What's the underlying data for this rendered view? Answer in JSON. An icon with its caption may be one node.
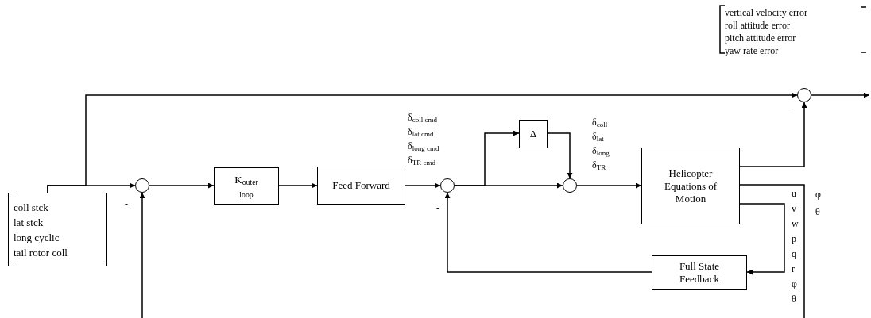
{
  "diagram": {
    "nodes": [
      {
        "text": [
          "coll stck",
          "lat stck",
          "long cyclic",
          "tail rotor coll"
        ]
      },
      {
        "text": [],
        "shape": "circle"
      },
      {
        "text": [
          "K$_{outer loop}$"
        ]
      },
      {
        "text": [
          "Feed Forward"
        ]
      },
      {
        "text": [],
        "shape": "circle"
      },
      {
        "text": [
          "Δ"
        ]
      },
      {
        "text": [],
        "shape": "circle"
      },
      {
        "text": [
          "Helicopter Equations of Motion"
        ]
      },
      {
        "text": [
          "Full State Feedback"
        ]
      },
      {
        "text": [],
        "shape": "circle"
      }
    ],
    "edges": [
      {
        "from": 0,
        "to": 1,
        "arrow": "to"
      },
      {
        "from": 0,
        "to": 9,
        "arrow": "to"
      },
      {
        "from": 1,
        "to": 2,
        "arrow": "to"
      },
      {
        "from": 2,
        "to": 3,
        "arrow": "to"
      },
      {
        "from": 3,
        "to": 4,
        "arrow": "to"
      },
      {
        "from": 4,
        "to": 5,
        "arrow": "to"
      },
      {
        "from": 4,
        "to": 6,
        "arrow": "to"
      },
      {
        "from": 5,
        "to": 6,
        "arrow": "to"
      },
      {
        "from": 6,
        "to": 7,
        "arrow": "to"
      },
      {
        "from": 7,
        "to": 9,
        "arrow": "to"
      },
      {
        "from": 7,
        "to": 8,
        "arrow": "to"
      },
      {
        "from": 8,
        "to": 4,
        "arrow": "to"
      },
      {
        "from": 9,
        "to": null,
        "arrow": "to"
      },
      {
        "from": null,
        "to": 1,
        "arrow": "to"
      },
      {
        "from": 7,
        "to": null,
        "arrow": "none"
      }
    ],
    "labels": [
      "-",
      "δ$_{coll cmd}$",
      "δ$_{lat cmd}$",
      "δ$_{long cmd}$",
      "δ$_{TR cmd}$",
      "-",
      "δ$_{coll}$",
      "δ$_{lat}$",
      "δ$_{long}$",
      "δ$_{TR}$",
      "vertical velocity error",
      "roll attitude error",
      "pitch attitude error",
      "yaw rate error",
      "-",
      "u",
      "v",
      "w",
      "p",
      "q",
      "r",
      "φ",
      "θ",
      "φ",
      "θ"
    ]
  }
}
